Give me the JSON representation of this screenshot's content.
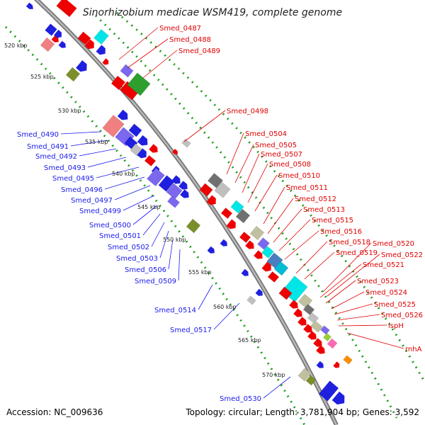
{
  "title": "Sinorhizobium medicae WSM419, complete genome",
  "footer": {
    "accession": "Accession: NC_009636",
    "summary": "Topology: circular; Length: 3,781,904 bp; Genes: 3,592"
  },
  "colors": {
    "red": "#ff0000",
    "blue": "#0000ee",
    "label_red": "#e00000",
    "label_blue": "#1a1aee",
    "backbone": "#999999",
    "dots": "#1a9e1a"
  },
  "scale_labels": [
    "520 kbp",
    "525 kbp",
    "530 kbp",
    "535 kbp",
    "540 kbp",
    "545 kbp",
    "550 kbp",
    "555 kbp",
    "560 kbp",
    "565 kbp",
    "570 kbp"
  ],
  "left_labels": [
    "Smed_0490",
    "Smed_0491",
    "Smed_0492",
    "Smed_0493",
    "Smed_0495",
    "Smed_0496",
    "Smed_0497",
    "Smed_0499",
    "Smed_0500",
    "Smed_0501",
    "Smed_0502",
    "Smed_0503",
    "Smed_0506",
    "Smed_0509",
    "Smed_0514",
    "Smed_0517",
    "Smed_0530"
  ],
  "right_labels": [
    "Smed_0487",
    "Smed_0488",
    "Smed_0489",
    "Smed_0498",
    "Smed_0504",
    "Smed_0505",
    "Smed_0507",
    "Smed_0508",
    "Smed_0510",
    "Smed_0511",
    "Smed_0512",
    "Smed_0513",
    "Smed_0515",
    "Smed_0516",
    "Smed_0518",
    "Smed_0520",
    "Smed_0519",
    "Smed_0522",
    "Smed_0521",
    "Smed_0523",
    "Smed_0524",
    "Smed_0525",
    "Smed_0526",
    "ispH",
    "rnhA"
  ]
}
